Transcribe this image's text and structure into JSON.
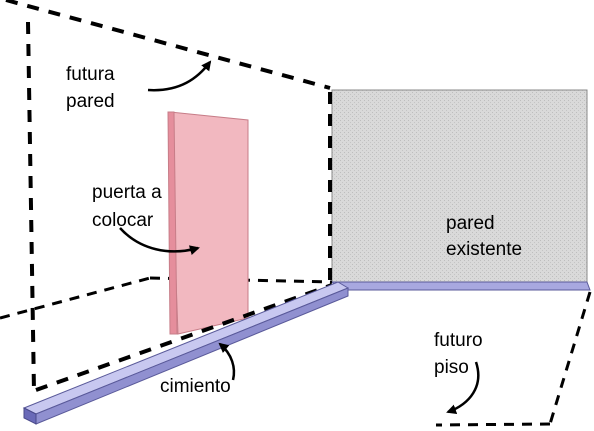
{
  "labels": {
    "future_wall_line1": "futura",
    "future_wall_line2": "pared",
    "door_line1": "puerta a",
    "door_line2": "colocar",
    "existing_wall_line1": "pared",
    "existing_wall_line2": "existente",
    "foundation": "cimiento",
    "future_floor_line1": "futuro",
    "future_floor_line2": "piso"
  },
  "colors": {
    "dashed_line": "#000000",
    "existing_wall_fill": "#d6d6d6",
    "existing_wall_stroke": "#8a8a8a",
    "door_fill": "#f2b8c0",
    "door_edge": "#e07f8f",
    "beam_top": "#c8c8f0",
    "beam_front": "#9090d0",
    "beam_end": "#6a6ab8",
    "floor_strip": "#a8a8e0"
  }
}
